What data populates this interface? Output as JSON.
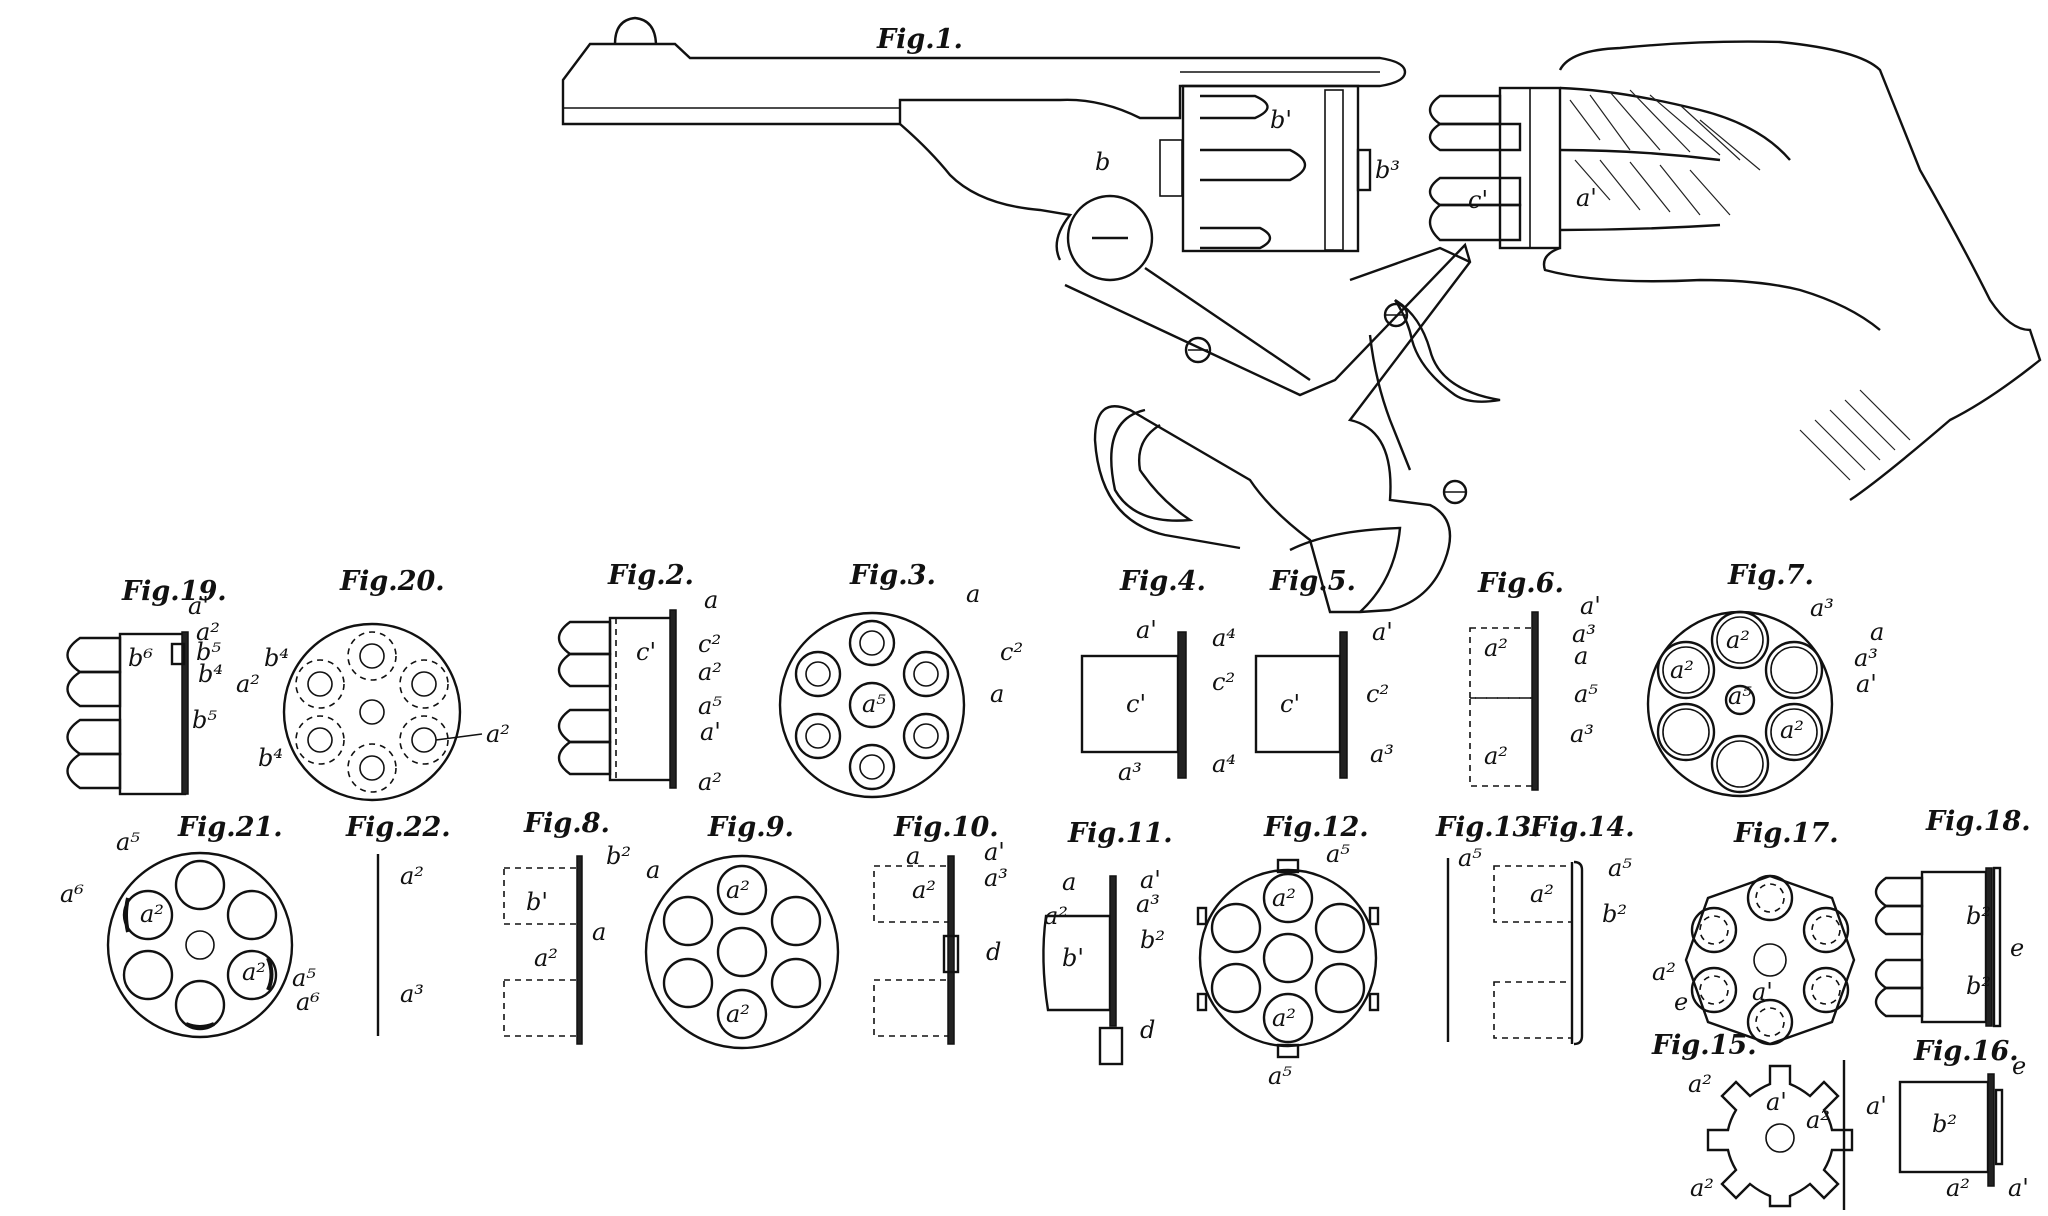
{
  "figures": {
    "fig1": {
      "title": "Fig.1.",
      "labels": [
        "b",
        "b'",
        "b³",
        "c'",
        "a'"
      ]
    },
    "fig19": {
      "title": "Fig.19.",
      "labels": [
        "a'",
        "a²",
        "b⁶",
        "b⁵",
        "b⁴",
        "b⁵"
      ]
    },
    "fig20": {
      "title": "Fig.20.",
      "labels": [
        "b⁴",
        "a²",
        "b⁴",
        "a²"
      ]
    },
    "fig2": {
      "title": "Fig.2.",
      "labels": [
        "a",
        "c'",
        "c²",
        "a²",
        "a⁵",
        "a'",
        "a²"
      ]
    },
    "fig3": {
      "title": "Fig.3.",
      "labels": [
        "a",
        "c²",
        "a⁵",
        "a"
      ]
    },
    "fig4": {
      "title": "Fig.4.",
      "labels": [
        "a'",
        "a⁴",
        "c'",
        "c²",
        "a³",
        "a⁴"
      ]
    },
    "fig5": {
      "title": "Fig.5.",
      "labels": [
        "a'",
        "c'",
        "c²",
        "a³"
      ]
    },
    "fig6": {
      "title": "Fig.6.",
      "labels": [
        "a'",
        "a³",
        "a²",
        "a",
        "a⁵",
        "a³",
        "a²"
      ]
    },
    "fig7": {
      "title": "Fig.7.",
      "labels": [
        "a³",
        "a",
        "a²",
        "a³",
        "a²",
        "a⁵",
        "a'",
        "a²"
      ]
    },
    "fig21": {
      "title": "Fig.21.",
      "labels": [
        "a⁵",
        "a⁶",
        "a²",
        "a²",
        "a⁵",
        "a⁶"
      ]
    },
    "fig22": {
      "title": "Fig.22.",
      "labels": [
        "a²",
        "a³"
      ]
    },
    "fig8": {
      "title": "Fig.8.",
      "labels": [
        "b²",
        "b'",
        "a",
        "a²"
      ]
    },
    "fig9": {
      "title": "Fig.9.",
      "labels": [
        "a",
        "a²",
        "a²"
      ]
    },
    "fig10": {
      "title": "Fig.10.",
      "labels": [
        "a",
        "a'",
        "a²",
        "a³",
        "d"
      ]
    },
    "fig11": {
      "title": "Fig.11.",
      "labels": [
        "a",
        "a'",
        "a³",
        "a²",
        "b'",
        "b²",
        "d"
      ]
    },
    "fig12": {
      "title": "Fig.12.",
      "labels": [
        "a⁵",
        "a²",
        "a²",
        "a⁵"
      ]
    },
    "fig13": {
      "title": "Fig.13.",
      "labels": [
        "a⁵"
      ]
    },
    "fig14": {
      "title": "Fig.14.",
      "labels": [
        "a⁵",
        "a²",
        "b²"
      ]
    },
    "fig17": {
      "title": "Fig.17.",
      "labels": [
        "a²",
        "a'",
        "e"
      ]
    },
    "fig18": {
      "title": "Fig.18.",
      "labels": [
        "b²",
        "e",
        "b²"
      ]
    },
    "fig15": {
      "title": "Fig.15.",
      "labels": [
        "a²",
        "a'",
        "a²",
        "a²",
        "a'"
      ]
    },
    "fig16": {
      "title": "Fig.16.",
      "labels": [
        "e",
        "b²",
        "a²",
        "a'"
      ]
    }
  }
}
